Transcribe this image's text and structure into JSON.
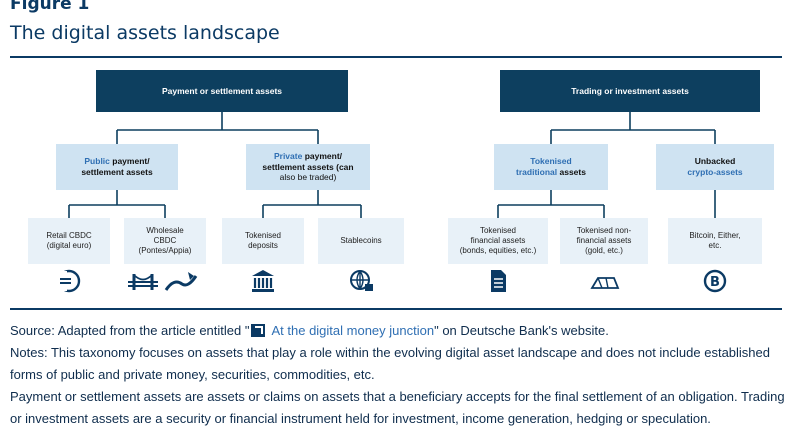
{
  "figure": {
    "label": "Figure 1",
    "title": "The digital assets landscape"
  },
  "diagram": {
    "top_left": "Payment or settlement assets",
    "top_right": "Trading or investment assets",
    "mid": {
      "public": {
        "hl": "Public",
        "rest1": " payment/",
        "rest2": "settlement assets"
      },
      "private": {
        "hl": "Private",
        "rest1": " payment/",
        "rest2": "settlement assets (can",
        "rest3": "also be traded)"
      },
      "tokenised": {
        "hl1": "Tokenised",
        "hl2": "traditional",
        "rest": " assets"
      },
      "unbacked": {
        "l1": "Unbacked",
        "hl": "crypto-assets"
      }
    },
    "leaves": {
      "retail": [
        "Retail CBDC",
        "(digital euro)"
      ],
      "wholesale": [
        "Wholesale",
        "CBDC",
        "(Pontes/Appia)"
      ],
      "deposits": [
        "Tokenised",
        "deposits"
      ],
      "stablecoins": [
        "Stablecoins"
      ],
      "fin_assets": [
        "Tokenised",
        "financial assets",
        "(bonds, equities, etc.)"
      ],
      "nonfin_assets": [
        "Tokenised non-",
        "financial assets",
        "(gold, etc.)"
      ],
      "bitcoin": [
        "Bitcoin, Either,",
        "etc."
      ]
    },
    "icons": [
      "euro-icon",
      "bridge-icon",
      "bank-icon",
      "globe-coin-icon",
      "document-icon",
      "gold-bar-icon",
      "bitcoin-icon"
    ],
    "colors": {
      "dark": "#0d3f5f",
      "mid": "#cfe3f2",
      "leaf": "#e8f1f8",
      "highlight": "#2f6fb3"
    }
  },
  "notes": {
    "source_prefix": "Source: Adapted from the article entitled \"",
    "source_link": "At the digital money junction",
    "source_suffix": "\" on Deutsche Bank's website.",
    "note1": "Notes: This taxonomy focuses on assets that play a role within the evolving digital asset landscape and does not include established forms of public and private money, securities, commodities, etc.",
    "note2": "Payment or settlement assets are assets or claims on assets that a beneficiary accepts for the final settlement of an obligation. Trading or investment assets are a security or financial instrument held for investment, income generation, hedging or speculation."
  }
}
